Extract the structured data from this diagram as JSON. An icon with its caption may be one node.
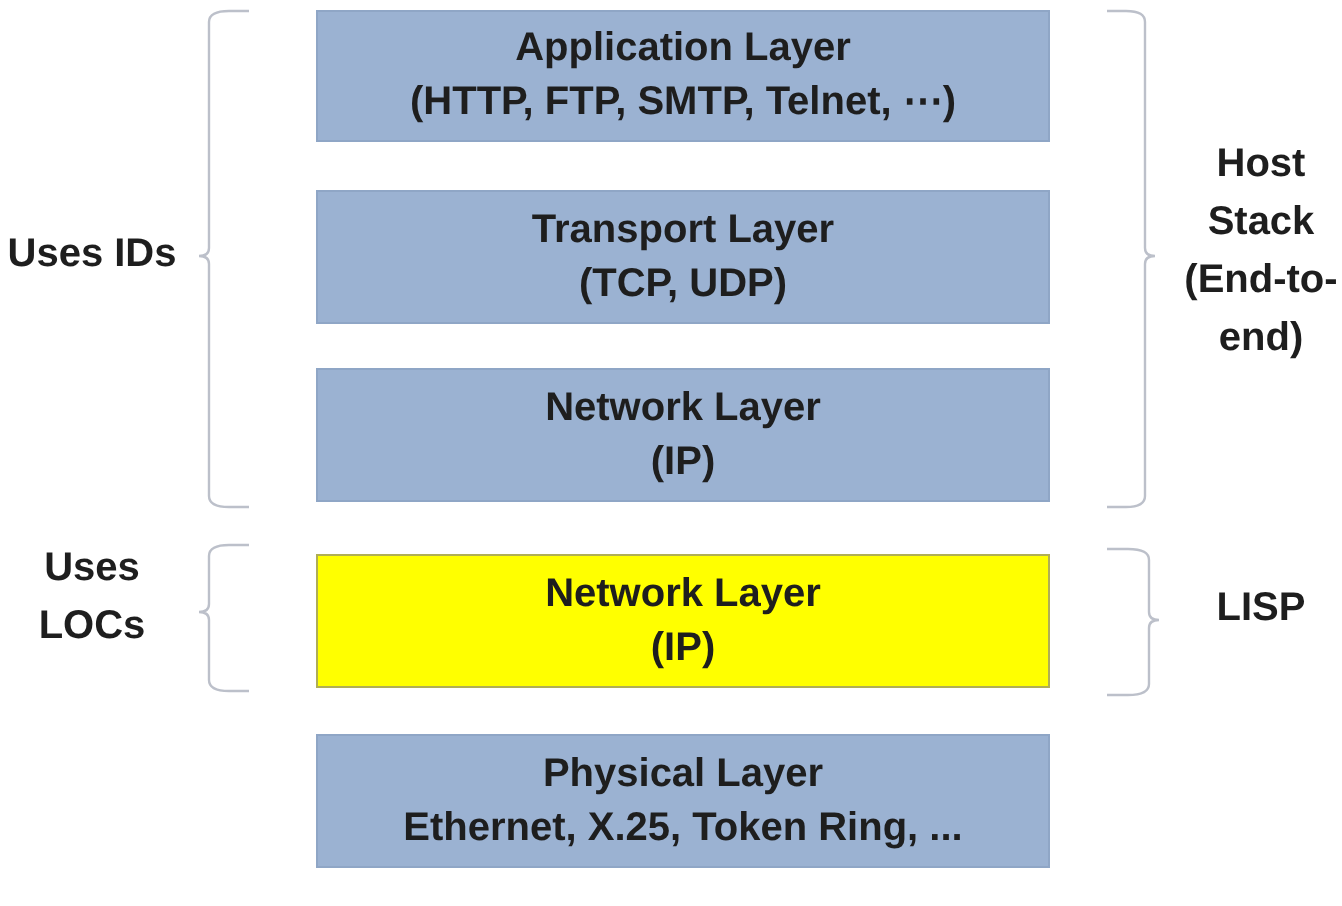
{
  "diagram": {
    "nodes": [
      {
        "text": [
          "Application Layer",
          "(HTTP, FTP, SMTP, Telnet, ⋯)"
        ]
      },
      {
        "text": [
          "Transport Layer",
          "(TCP, UDP)"
        ]
      },
      {
        "text": [
          "Network Layer",
          "(IP)"
        ]
      },
      {
        "text": [
          "Network Layer",
          "(IP)"
        ]
      },
      {
        "text": [
          "Physical Layer",
          "Ethernet, X.25, Token Ring, ..."
        ]
      }
    ],
    "labels": [
      "Uses IDs",
      "Host Stack (End-to-end)",
      "Uses LOCs",
      "LISP"
    ]
  }
}
